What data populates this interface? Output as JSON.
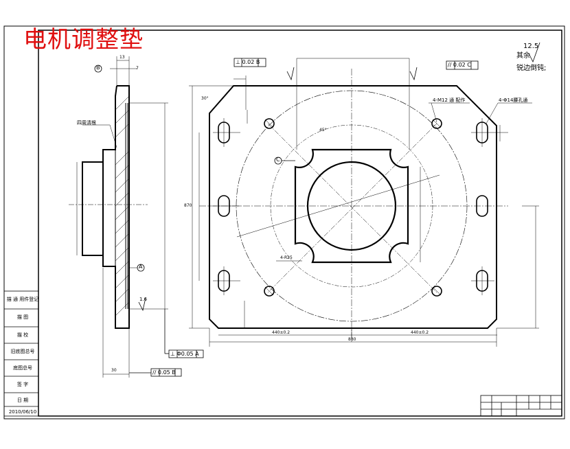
{
  "drawing": {
    "title": "电机调整垫",
    "colors": {
      "title": "#e01010",
      "line": "#000000",
      "background": "#ffffff"
    }
  },
  "roughness": {
    "value": "12.5",
    "line1": "其余",
    "line2": "锐边倒钝;"
  },
  "callouts": {
    "holes_4_m12": "4-M12 通 配作",
    "holes_4_slot": "4-Φ14腰孔通",
    "side_label": "四周清根",
    "dia_symbol": "4-R25"
  },
  "tolerances": {
    "perp_b": "⊥ 0.02 B",
    "par_c": "// 0.02 C",
    "perp_a": "⊥ Φ0.05 A",
    "par_b": "// 0.05 B"
  },
  "datums": {
    "a": "A",
    "b": "B",
    "c": "C"
  },
  "surface": {
    "r16": "1.6"
  },
  "dims": {
    "total_width": "880",
    "half_width_left": "440±0.2",
    "half_width_right": "440±0.2",
    "height": "870",
    "angle_45": "45°",
    "angle_30": "30°",
    "thickness": "30",
    "small_13": "13",
    "small_7": "7"
  },
  "left_block": {
    "labels": [
      "描 通 用件登记",
      "描 图",
      "描 校",
      "旧底图总号",
      "底图总号",
      "签 字",
      "日 期"
    ],
    "date": "2010/06/10"
  }
}
